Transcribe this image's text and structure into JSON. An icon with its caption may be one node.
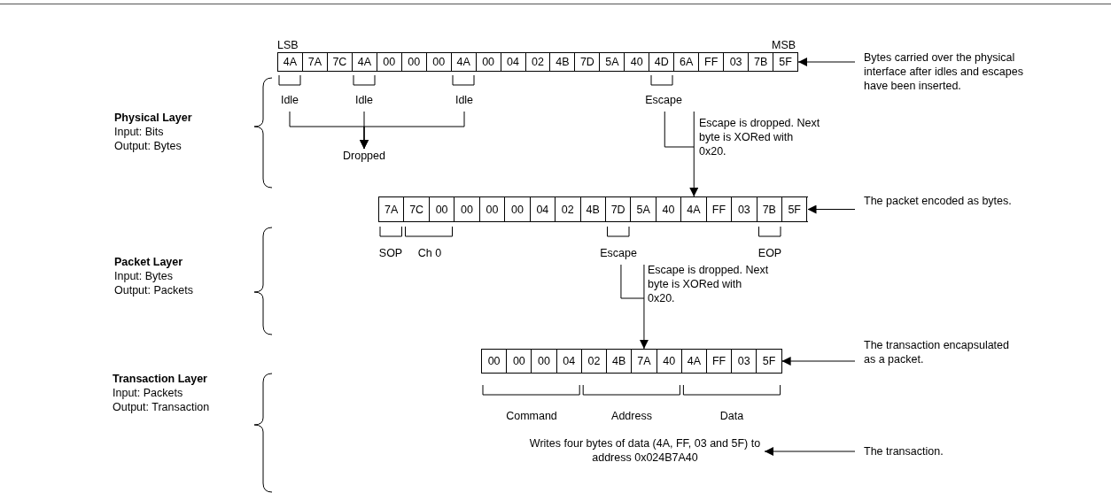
{
  "diagram": {
    "nodes": [
      {
        "text": [
          "4A",
          "7A",
          "7C",
          "4A",
          "00",
          "00",
          "00",
          "4A",
          "00",
          "04",
          "02",
          "4B",
          "7D",
          "5A",
          "40",
          "4D",
          "6A",
          "FF",
          "03",
          "7B",
          "5F"
        ]
      },
      {
        "text": [
          "Bytes carried over the physical interface after idles and escapes have been inserted."
        ]
      },
      {
        "text": [
          "Idle"
        ]
      },
      {
        "text": [
          "Idle"
        ]
      },
      {
        "text": [
          "Idle"
        ]
      },
      {
        "text": [
          "Dropped"
        ]
      },
      {
        "text": [
          "Escape"
        ]
      },
      {
        "text": [
          "7A",
          "7C",
          "00",
          "00",
          "00",
          "00",
          "04",
          "02",
          "4B",
          "7D",
          "5A",
          "40",
          "4A",
          "FF",
          "03",
          "7B",
          "5F"
        ]
      },
      {
        "text": [
          "The packet encoded as bytes."
        ]
      },
      {
        "text": [
          "SOP"
        ]
      },
      {
        "text": [
          "Ch 0"
        ]
      },
      {
        "text": [
          "Escape"
        ]
      },
      {
        "text": [
          "EOP"
        ]
      },
      {
        "text": [
          "00",
          "00",
          "00",
          "04",
          "02",
          "4B",
          "7A",
          "40",
          "4A",
          "FF",
          "03",
          "5F"
        ]
      },
      {
        "text": [
          "The transaction encapsulated as a packet."
        ]
      },
      {
        "text": [
          "Command"
        ]
      },
      {
        "text": [
          "Address"
        ]
      },
      {
        "text": [
          "Data"
        ]
      },
      {
        "text": [
          "Writes four bytes of data (4A, FF, 03 and 5F) to address 0x024B7A40"
        ]
      },
      {
        "text": [
          "The transaction."
        ]
      }
    ],
    "edges": [
      {
        "from": 1,
        "to": 0,
        "arrow": "to"
      },
      {
        "from": 2,
        "to": 5,
        "arrow": "to"
      },
      {
        "from": 3,
        "to": 5,
        "arrow": "to"
      },
      {
        "from": 4,
        "to": 5,
        "arrow": "to"
      },
      {
        "from": 6,
        "to": 7,
        "arrow": "to"
      },
      {
        "from": 8,
        "to": 7,
        "arrow": "to"
      },
      {
        "from": 11,
        "to": 13,
        "arrow": "to"
      },
      {
        "from": 14,
        "to": 13,
        "arrow": "to"
      },
      {
        "from": 19,
        "to": 18,
        "arrow": "to"
      }
    ],
    "labels": [
      "LSB",
      "MSB",
      "Physical Layer",
      "Input: Bits",
      "Output: Bytes",
      "Escape is dropped. Next byte is XORed with 0x20.",
      "Packet Layer",
      "Input: Bytes",
      "Output: Packets",
      "Escape is dropped. Next byte is XORed with 0x20.",
      "Transaction Layer",
      "Input: Packets",
      "Output: Transaction"
    ]
  }
}
